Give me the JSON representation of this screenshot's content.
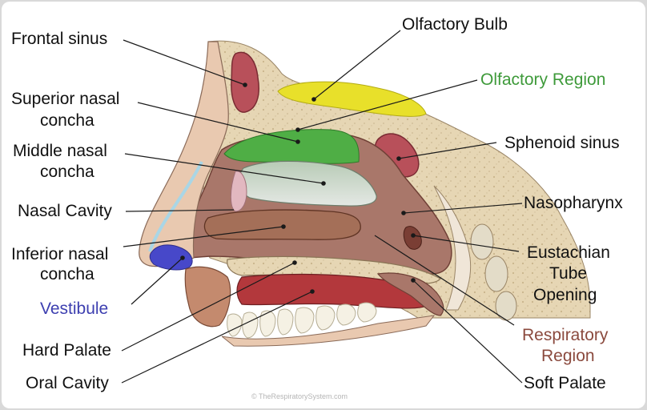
{
  "labels": {
    "frontal_sinus": "Frontal sinus",
    "olfactory_bulb": "Olfactory Bulb",
    "olfactory_region": "Olfactory Region",
    "superior_concha_1": "Superior nasal",
    "superior_concha_2": "concha",
    "middle_concha_1": "Middle nasal",
    "middle_concha_2": "concha",
    "sphenoid_sinus": "Sphenoid sinus",
    "nasal_cavity": "Nasal Cavity",
    "nasopharynx": "Nasopharynx",
    "inferior_concha_1": "Inferior nasal",
    "inferior_concha_2": "concha",
    "eustachian_1": "Eustachian",
    "eustachian_2": "Tube",
    "eustachian_3": "Opening",
    "vestibule": "Vestibule",
    "respiratory_1": "Respiratory",
    "respiratory_2": "Region",
    "hard_palate": "Hard Palate",
    "oral_cavity": "Oral Cavity",
    "soft_palate": "Soft Palate"
  },
  "credit": "© TheRespiratorySystem.com",
  "colors": {
    "olfactory_region": "#3e9a3a",
    "vestibule": "#3d3fb0",
    "respiratory_region": "#8b4a3e",
    "olfactory_bulb": "#e8e02a"
  }
}
